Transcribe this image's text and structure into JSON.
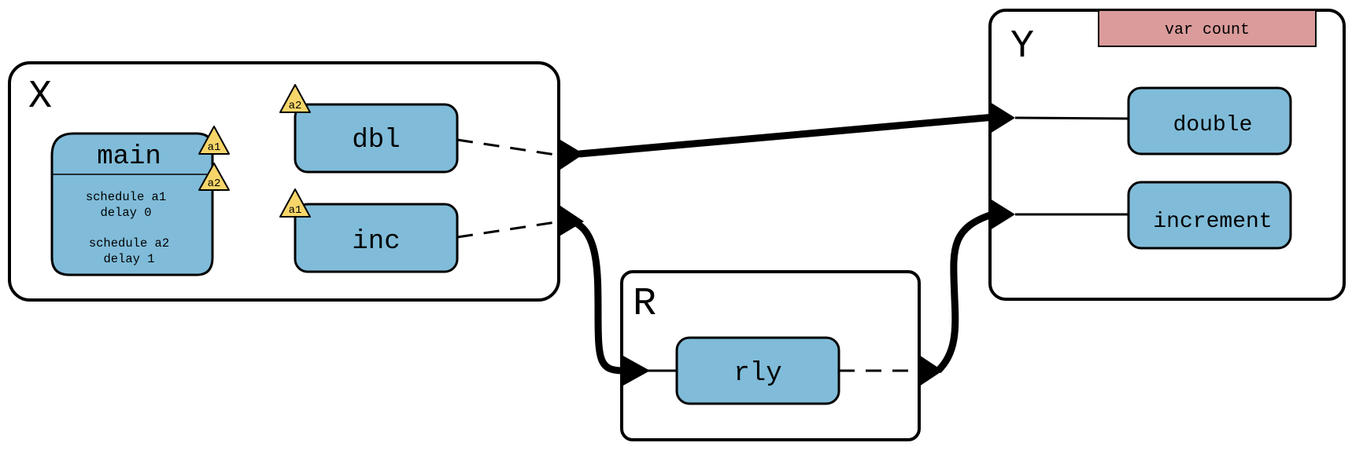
{
  "colors": {
    "proc_fill": "#80bcd9",
    "badge_fill": "#f6d66a",
    "var_fill": "#db9b9b",
    "stroke": "#000000",
    "background": "#ffffff"
  },
  "modules": {
    "x": {
      "label": "X"
    },
    "y": {
      "label": "Y",
      "var_label": "var count"
    },
    "r": {
      "label": "R"
    }
  },
  "processes": {
    "main": {
      "label": "main",
      "body_line_1": "schedule a1",
      "body_line_2": "delay 0",
      "body_line_3": "schedule a2",
      "body_line_4": "delay 1",
      "badge_1": "a1",
      "badge_2": "a2"
    },
    "dbl": {
      "label": "dbl",
      "badge": "a2"
    },
    "inc": {
      "label": "inc",
      "badge": "a1"
    },
    "rly": {
      "label": "rly"
    },
    "double": {
      "label": "double"
    },
    "increment": {
      "label": "increment"
    }
  }
}
